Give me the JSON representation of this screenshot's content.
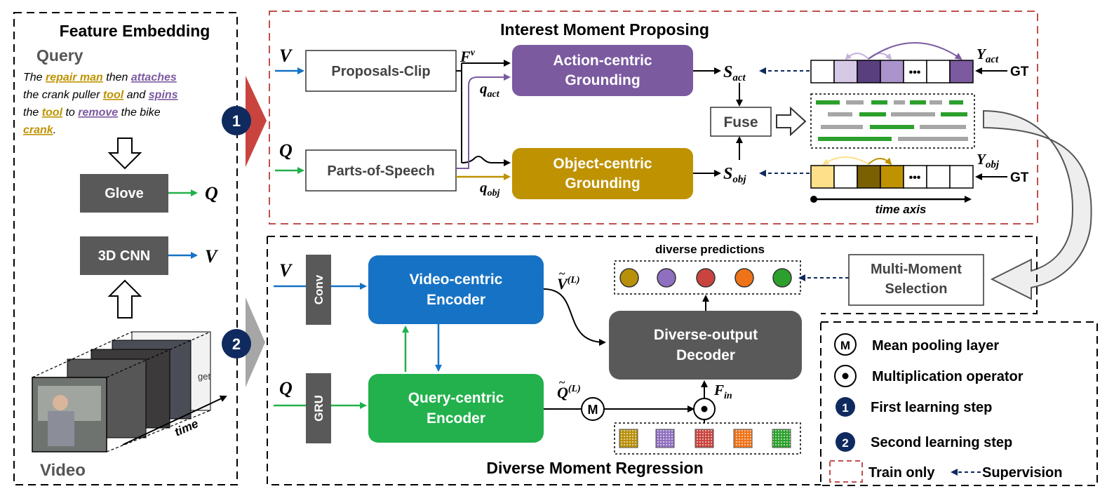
{
  "feature_embedding": {
    "title": "Feature Embedding",
    "query_label": "Query",
    "query_text": {
      "p1": "The ",
      "w1": "repair man",
      "p2": " then ",
      "w2": "attaches",
      "p3": "the crank puller ",
      "w3": "tool",
      "p4": " and ",
      "w4": "spins",
      "p5": "the ",
      "w5": "tool",
      "p6": " to ",
      "w6": "remove",
      "p7": " the bike",
      "w7": "crank",
      "p8": "."
    },
    "glove": "Glove",
    "cnn": "3D CNN",
    "q_symbol": "Q",
    "v_symbol": "V",
    "video_label": "Video",
    "time_label": "time",
    "frame_text": "get"
  },
  "interest": {
    "title": "Interest Moment Proposing",
    "v": "V",
    "q": "Q",
    "proposals_clip": "Proposals-Clip",
    "parts_of_speech": "Parts-of-Speech",
    "fv": "F",
    "fv_sup": "v",
    "q_act": "q",
    "q_act_sub": "act",
    "q_obj": "q",
    "q_obj_sub": "obj",
    "action_l1": "Action-centric",
    "action_l2": "Grounding",
    "object_l1": "Object-centric",
    "object_l2": "Grounding",
    "s_act": "S",
    "s_act_sub": "act",
    "s_obj": "S",
    "s_obj_sub": "obj",
    "fuse": "Fuse",
    "y_act": "Y",
    "y_act_sub": "act",
    "y_obj": "Y",
    "y_obj_sub": "obj",
    "gt1": "GT",
    "gt2": "GT",
    "dots1": "•••",
    "dots2": "•••",
    "time_axis": "time axis"
  },
  "regression": {
    "title": "Diverse Moment Regression",
    "v": "V",
    "q": "Q",
    "conv": "Conv",
    "gru": "GRU",
    "video_l1": "Video-centric",
    "video_l2": "Encoder",
    "query_l1": "Query-centric",
    "query_l2": "Encoder",
    "decoder_l1": "Diverse-output",
    "decoder_l2": "Decoder",
    "v_tilde": "V",
    "v_tilde_sup": "(L)",
    "q_tilde": "Q",
    "q_tilde_sup": "(L)",
    "m": "M",
    "f_in": "F",
    "f_in_sub": "in",
    "diverse_predictions": "diverse predictions",
    "mms_l1": "Multi-Moment",
    "mms_l2": "Selection"
  },
  "steps": {
    "one": "1",
    "two": "2"
  },
  "legend": {
    "m_symbol": "M",
    "mean_pooling": "Mean pooling layer",
    "multiplication": "Multiplication operator",
    "step1_num": "1",
    "step1": "First learning step",
    "step2_num": "2",
    "step2": "Second learning step",
    "train_only": "Train only",
    "supervision": "Supervision"
  },
  "colors": {
    "purple": "#7b5aa0",
    "gold": "#be9200",
    "blue": "#1672c4",
    "green": "#22b14c",
    "dark_gray": "#595959",
    "navy": "#0f2a5e",
    "train_red": "#c0504d",
    "pred_colors": [
      "#b8900a",
      "#8f6fbf",
      "#c9443e",
      "#ef7318",
      "#2ca02c"
    ]
  }
}
